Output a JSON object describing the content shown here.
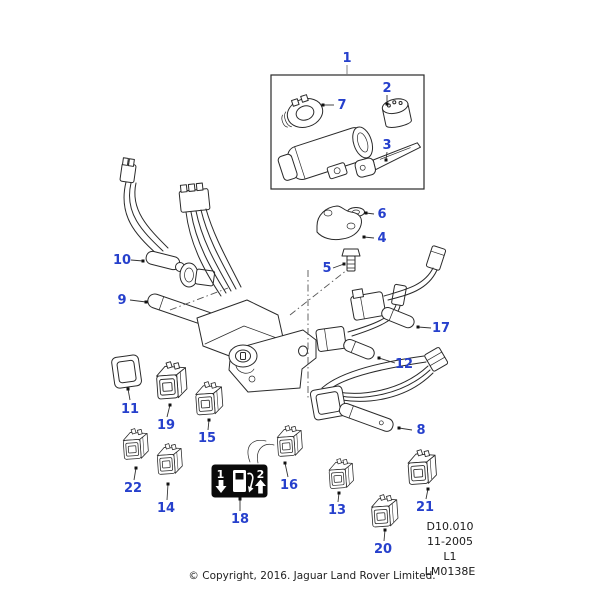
{
  "callouts": [
    {
      "label": "1"
    },
    {
      "label": "2"
    },
    {
      "label": "3"
    },
    {
      "label": "4"
    },
    {
      "label": "5"
    },
    {
      "label": "6"
    },
    {
      "label": "7"
    },
    {
      "label": "8"
    },
    {
      "label": "9"
    },
    {
      "label": "10"
    },
    {
      "label": "11"
    },
    {
      "label": "12"
    },
    {
      "label": "13"
    },
    {
      "label": "14"
    },
    {
      "label": "15"
    },
    {
      "label": "16"
    },
    {
      "label": "17"
    },
    {
      "label": "18"
    },
    {
      "label": "19"
    },
    {
      "label": "20"
    },
    {
      "label": "21"
    },
    {
      "label": "22"
    }
  ],
  "legend": {
    "down_number": "1",
    "up_number": "2",
    "icon": "fuel-pump-icon"
  },
  "ref_block": {
    "lines": [
      "D10.010",
      "11-2005",
      "L1",
      "LM0138E"
    ]
  },
  "footer": {
    "copyright": "© Copyright, 2016. Jaguar Land Rover Limited."
  },
  "colors": {
    "callout_blue": "#2640cc",
    "line": "#2a2a2a",
    "legend_bg": "#0a0a0a",
    "background": "#ffffff"
  }
}
